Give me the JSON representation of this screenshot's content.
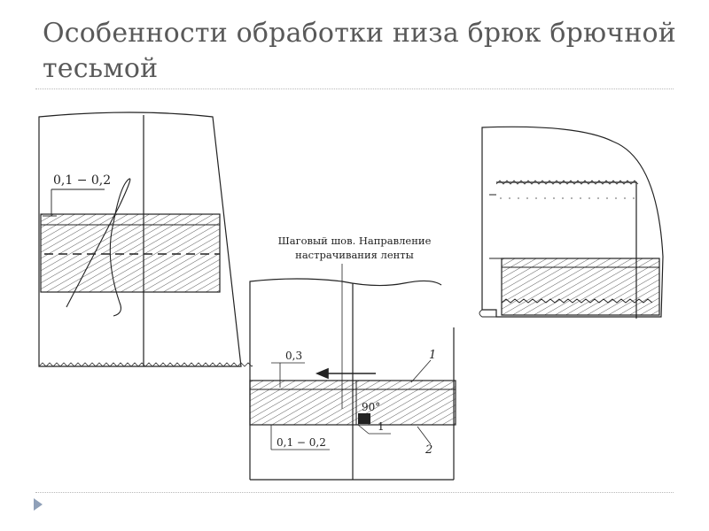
{
  "slide": {
    "title": "Особенности обработки низа брюк брючной тесьмой"
  },
  "left_figure": {
    "seam_allowance_label": "0,1 − 0,2"
  },
  "center_figure": {
    "caption_line1": "Шаговый шов. Направление",
    "caption_line2": "настрачивания ленты",
    "label_03": "0,3",
    "label_angle": "90°",
    "label_1": "1",
    "label_offset": "0,1 − 0,2",
    "callout_1": "1",
    "callout_2": "2"
  },
  "colors": {
    "title": "#595959",
    "line": "#222222",
    "divider": "#b8b8b8",
    "nav_arrow": "#8fa0b8"
  }
}
